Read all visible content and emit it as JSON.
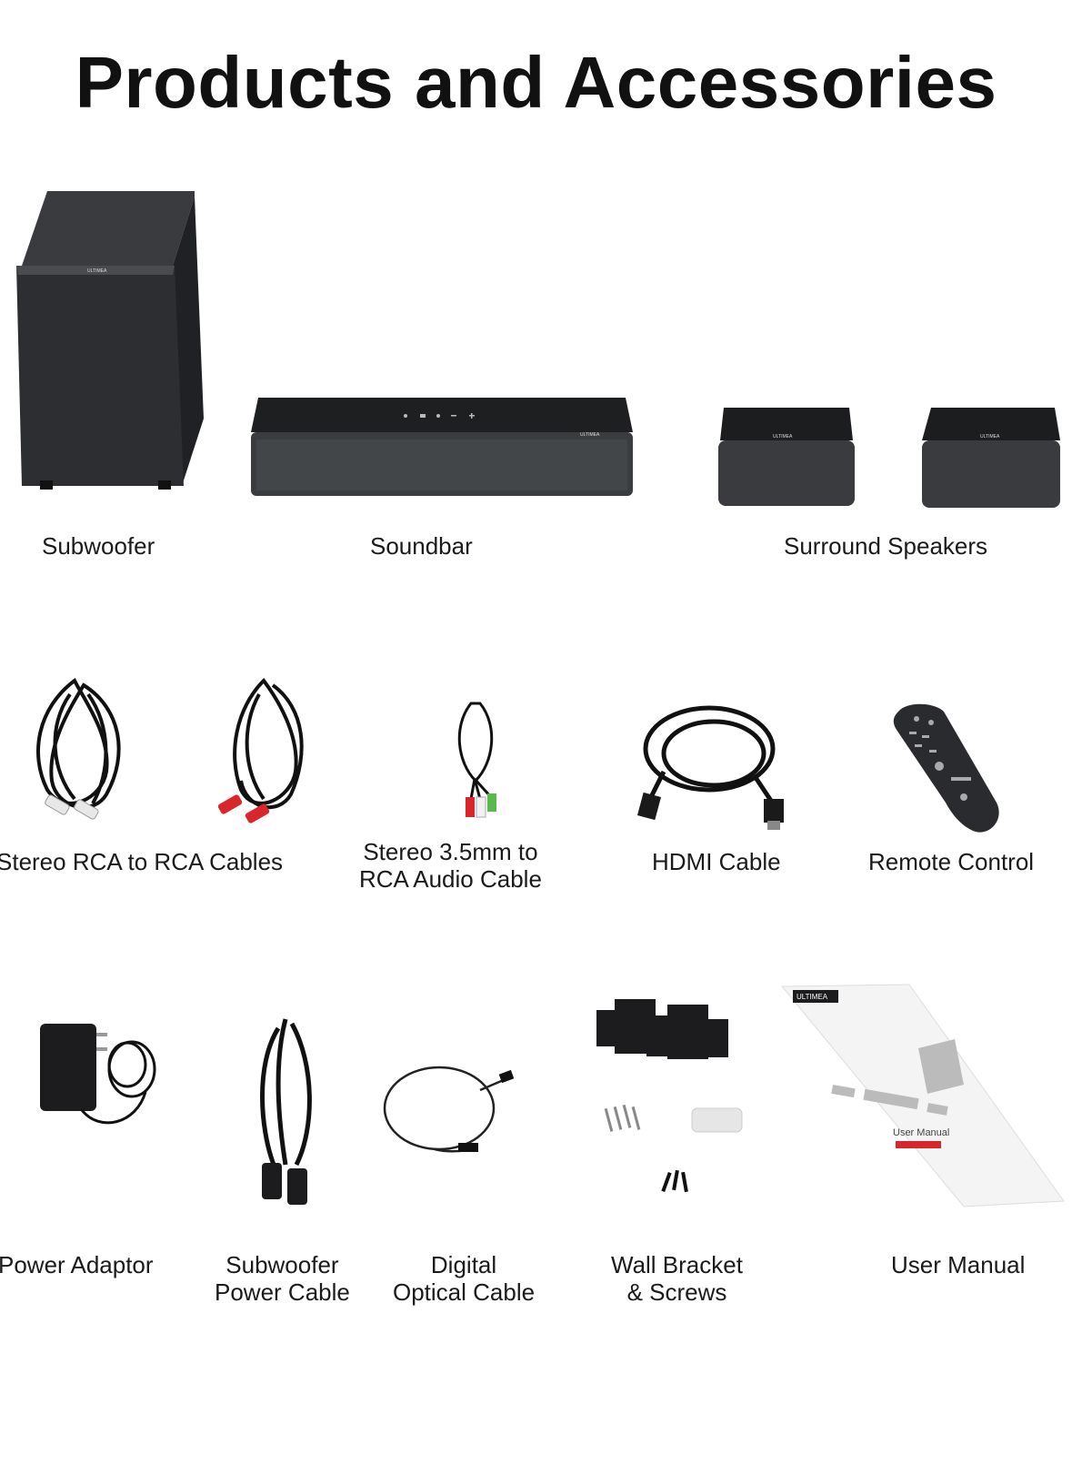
{
  "title": "Products and Accessories",
  "brand": "ULTIMEA",
  "labels": {
    "subwoofer": "Subwoofer",
    "soundbar": "Soundbar",
    "surround": "Surround Speakers",
    "rca": "Stereo RCA to RCA Cables",
    "aux_l1": "Stereo 3.5mm to",
    "aux_l2": "RCA Audio Cable",
    "hdmi": "HDMI Cable",
    "remote": "Remote Control",
    "adaptor": "Power Adaptor",
    "subpower_l1": "Subwoofer",
    "subpower_l2": "Power Cable",
    "optical_l1": "Digital",
    "optical_l2": "Optical Cable",
    "bracket_l1": "Wall Bracket",
    "bracket_l2": "& Screws",
    "manual": "User Manual"
  },
  "manual_art": {
    "cover_title": "User Manual"
  },
  "colors": {
    "device_dark": "#2b2c2f",
    "device_top": "#1a1b1d",
    "accent_red": "#d8262b"
  }
}
